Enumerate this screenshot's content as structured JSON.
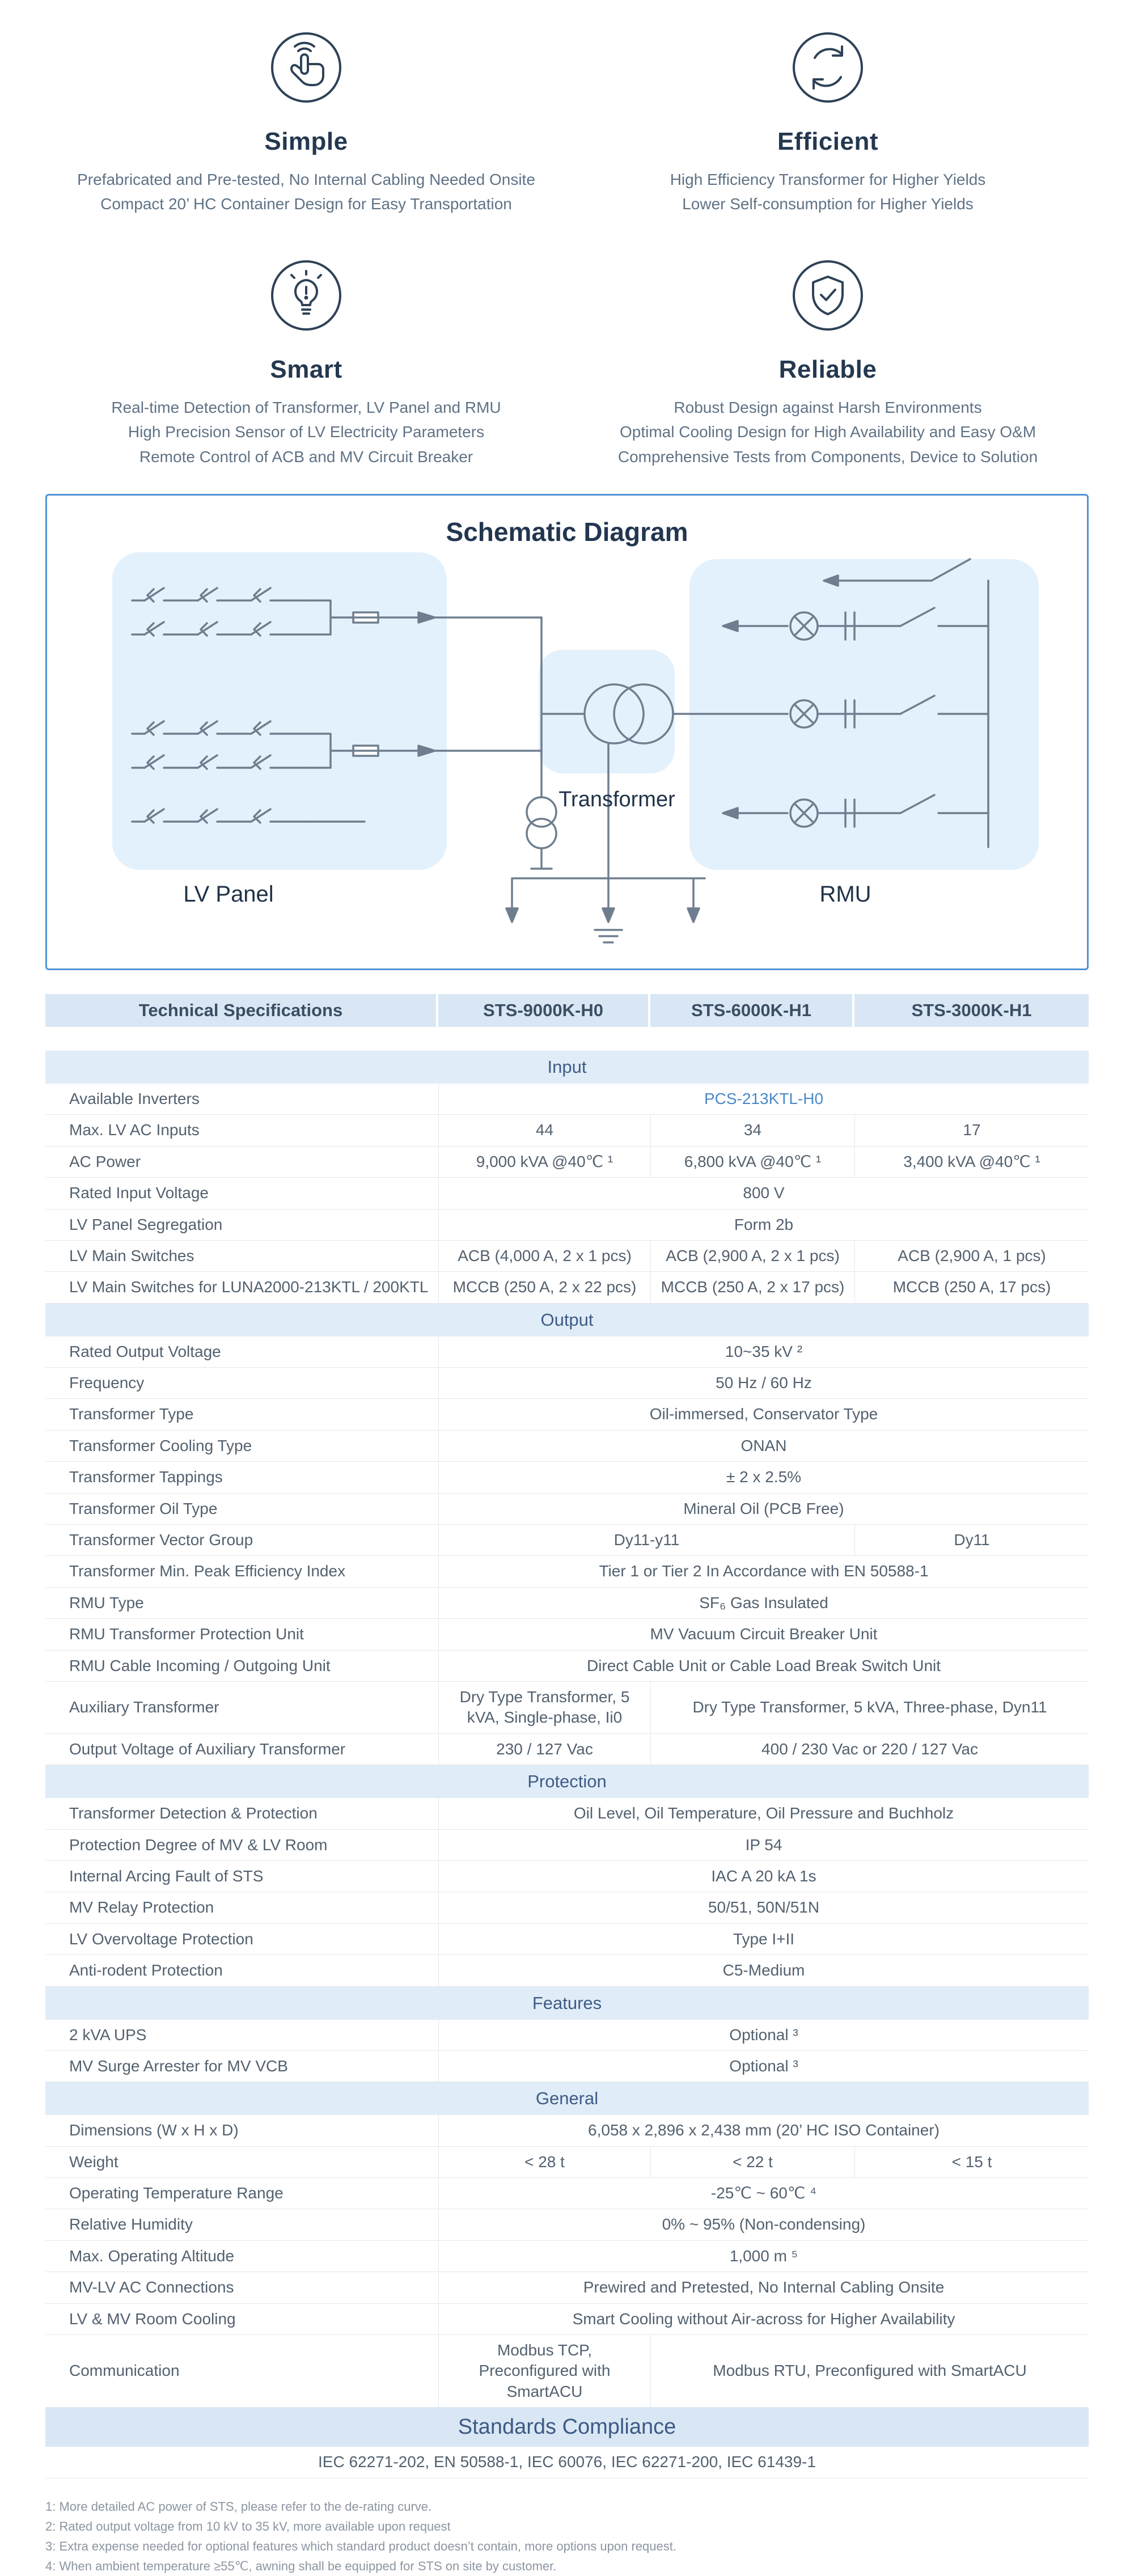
{
  "page": {
    "accent_blue": "#4f93d6",
    "band_blue": "#e0ecf8",
    "header_blue": "#d9e7f5",
    "title_color": "#24384f",
    "body_color": "#5f7285"
  },
  "features": {
    "items": [
      {
        "icon": "tap-icon",
        "title": "Simple",
        "lines": [
          "Prefabricated and Pre-tested, No Internal Cabling Needed Onsite",
          "Compact 20’ HC Container Design for Easy Transportation"
        ]
      },
      {
        "icon": "cycle-icon",
        "title": "Efficient",
        "lines": [
          "High Efficiency Transformer for Higher Yields",
          "Lower Self-consumption for Higher Yields"
        ]
      },
      {
        "icon": "bulb-icon",
        "title": "Smart",
        "lines": [
          "Real-time Detection of Transformer, LV Panel and RMU",
          "High Precision Sensor of LV Electricity Parameters",
          "Remote Control of ACB and MV Circuit Breaker"
        ]
      },
      {
        "icon": "shield-icon",
        "title": "Reliable",
        "lines": [
          "Robust Design against Harsh Environments",
          "Optimal Cooling Design for High Availability and Easy O&M",
          "Comprehensive Tests from Components, Device to Solution"
        ]
      }
    ]
  },
  "schematic": {
    "title": "Schematic Diagram",
    "labels": {
      "lv": "LV Panel",
      "transformer": "Transformer",
      "rmu": "RMU"
    }
  },
  "table": {
    "header": [
      "Technical Specifications",
      "STS-9000K-H0",
      "STS-6000K-H1",
      "STS-3000K-H1"
    ],
    "sections": [
      {
        "title": "Input",
        "rows": [
          {
            "label": "Available Inverters",
            "cells": [
              {
                "text": "PCS-213KTL-H0",
                "span": 3,
                "accent": true
              }
            ]
          },
          {
            "label": "Max. LV AC Inputs",
            "cells": [
              {
                "text": "44"
              },
              {
                "text": "34"
              },
              {
                "text": "17"
              }
            ]
          },
          {
            "label": "AC Power",
            "cells": [
              {
                "text": "9,000 kVA @40℃ ¹"
              },
              {
                "text": "6,800 kVA @40℃ ¹"
              },
              {
                "text": "3,400 kVA @40℃ ¹"
              }
            ]
          },
          {
            "label": "Rated Input Voltage",
            "cells": [
              {
                "text": "800 V",
                "span": 3
              }
            ]
          },
          {
            "label": "LV Panel Segregation",
            "cells": [
              {
                "text": "Form 2b",
                "span": 3
              }
            ]
          },
          {
            "label": "LV Main Switches",
            "cells": [
              {
                "text": "ACB (4,000 A, 2 x 1 pcs)"
              },
              {
                "text": "ACB (2,900 A, 2 x 1 pcs)"
              },
              {
                "text": "ACB (2,900 A, 1 pcs)"
              }
            ]
          },
          {
            "label": "LV Main Switches for LUNA2000-213KTL / 200KTL",
            "cells": [
              {
                "text": "MCCB (250 A, 2 x 22 pcs)"
              },
              {
                "text": "MCCB (250 A, 2 x 17 pcs)"
              },
              {
                "text": "MCCB (250 A, 17 pcs)"
              }
            ]
          }
        ]
      },
      {
        "title": "Output",
        "rows": [
          {
            "label": "Rated Output Voltage",
            "cells": [
              {
                "text": "10~35 kV ²",
                "span": 3
              }
            ]
          },
          {
            "label": "Frequency",
            "cells": [
              {
                "text": "50 Hz / 60 Hz",
                "span": 3
              }
            ]
          },
          {
            "label": "Transformer Type",
            "cells": [
              {
                "text": "Oil-immersed, Conservator Type",
                "span": 3
              }
            ]
          },
          {
            "label": "Transformer Cooling Type",
            "cells": [
              {
                "text": "ONAN",
                "span": 3
              }
            ]
          },
          {
            "label": "Transformer Tappings",
            "cells": [
              {
                "text": "± 2 x 2.5%",
                "span": 3
              }
            ]
          },
          {
            "label": "Transformer Oil Type",
            "cells": [
              {
                "text": "Mineral Oil (PCB Free)",
                "span": 3
              }
            ]
          },
          {
            "label": "Transformer Vector Group",
            "cells": [
              {
                "text": "Dy11-y11",
                "span": 2
              },
              {
                "text": "Dy11"
              }
            ]
          },
          {
            "label": "Transformer Min. Peak Efficiency Index",
            "cells": [
              {
                "text": "Tier 1 or Tier 2 In Accordance with EN 50588-1",
                "span": 3
              }
            ]
          },
          {
            "label": "RMU Type",
            "cells": [
              {
                "text": "SF₆ Gas Insulated",
                "span": 3
              }
            ]
          },
          {
            "label": "RMU Transformer Protection Unit",
            "cells": [
              {
                "text": "MV Vacuum Circuit Breaker Unit",
                "span": 3
              }
            ]
          },
          {
            "label": "RMU Cable Incoming / Outgoing Unit",
            "cells": [
              {
                "text": "Direct Cable Unit or Cable Load Break Switch Unit",
                "span": 3
              }
            ]
          },
          {
            "label": "Auxiliary Transformer",
            "cells": [
              {
                "text": "Dry Type Transformer, 5 kVA, Single-phase, Ii0"
              },
              {
                "text": "Dry Type Transformer, 5 kVA, Three-phase, Dyn11",
                "span": 2
              }
            ]
          },
          {
            "label": "Output Voltage of Auxiliary Transformer",
            "cells": [
              {
                "text": "230 / 127 Vac"
              },
              {
                "text": "400 / 230 Vac or 220 / 127 Vac",
                "span": 2
              }
            ]
          }
        ]
      },
      {
        "title": "Protection",
        "rows": [
          {
            "label": "Transformer Detection & Protection",
            "cells": [
              {
                "text": "Oil Level, Oil Temperature, Oil Pressure and Buchholz",
                "span": 3
              }
            ]
          },
          {
            "label": "Protection Degree of MV & LV Room",
            "cells": [
              {
                "text": "IP 54",
                "span": 3
              }
            ]
          },
          {
            "label": "Internal Arcing Fault of STS",
            "cells": [
              {
                "text": "IAC A 20 kA 1s",
                "span": 3
              }
            ]
          },
          {
            "label": "MV Relay Protection",
            "cells": [
              {
                "text": "50/51, 50N/51N",
                "span": 3
              }
            ]
          },
          {
            "label": "LV Overvoltage Protection",
            "cells": [
              {
                "text": "Type I+II",
                "span": 3
              }
            ]
          },
          {
            "label": "Anti-rodent Protection",
            "cells": [
              {
                "text": "C5-Medium",
                "span": 3
              }
            ]
          }
        ]
      },
      {
        "title": "Features",
        "rows": [
          {
            "label": "2 kVA UPS",
            "cells": [
              {
                "text": "Optional ³",
                "span": 3
              }
            ]
          },
          {
            "label": "MV Surge Arrester for MV VCB",
            "cells": [
              {
                "text": "Optional ³",
                "span": 3
              }
            ]
          }
        ]
      },
      {
        "title": "General",
        "rows": [
          {
            "label": "Dimensions (W x H x D)",
            "cells": [
              {
                "text": "6,058 x 2,896 x 2,438 mm (20’ HC ISO Container)",
                "span": 3
              }
            ]
          },
          {
            "label": "Weight",
            "cells": [
              {
                "text": "< 28 t"
              },
              {
                "text": "< 22 t"
              },
              {
                "text": "< 15 t"
              }
            ]
          },
          {
            "label": "Operating Temperature Range",
            "cells": [
              {
                "text": "-25℃ ~ 60℃ ⁴",
                "span": 3
              }
            ]
          },
          {
            "label": "Relative Humidity",
            "cells": [
              {
                "text": "0% ~ 95% (Non-condensing)",
                "span": 3
              }
            ]
          },
          {
            "label": "Max. Operating Altitude",
            "cells": [
              {
                "text": "1,000 m ⁵",
                "span": 3
              }
            ]
          },
          {
            "label": "MV-LV AC Connections",
            "cells": [
              {
                "text": "Prewired and Pretested, No Internal Cabling Onsite",
                "span": 3
              }
            ]
          },
          {
            "label": "LV & MV Room Cooling",
            "cells": [
              {
                "text": "Smart Cooling without Air-across for Higher Availability",
                "span": 3
              }
            ]
          },
          {
            "label": "Communication",
            "cells": [
              {
                "text": "Modbus TCP, Preconfigured with SmartACU"
              },
              {
                "text": "Modbus RTU, Preconfigured with SmartACU",
                "span": 2
              }
            ]
          }
        ]
      },
      {
        "title": "Standards Compliance",
        "big": true,
        "rows": [
          {
            "full": true,
            "text": "IEC 62271-202, EN 50588-1, IEC 60076, IEC 62271-200, IEC 61439-1"
          }
        ]
      }
    ]
  },
  "footnotes": [
    "1: More detailed AC power of STS, please refer to the de-rating curve.",
    "2: Rated output voltage from 10 kV to 35 kV, more available upon request",
    "3: Extra expense needed for optional features which standard product doesn’t contain, more options upon request.",
    "4: When ambient temperature ≥55℃, awning shall be equipped for STS on site by customer."
  ]
}
